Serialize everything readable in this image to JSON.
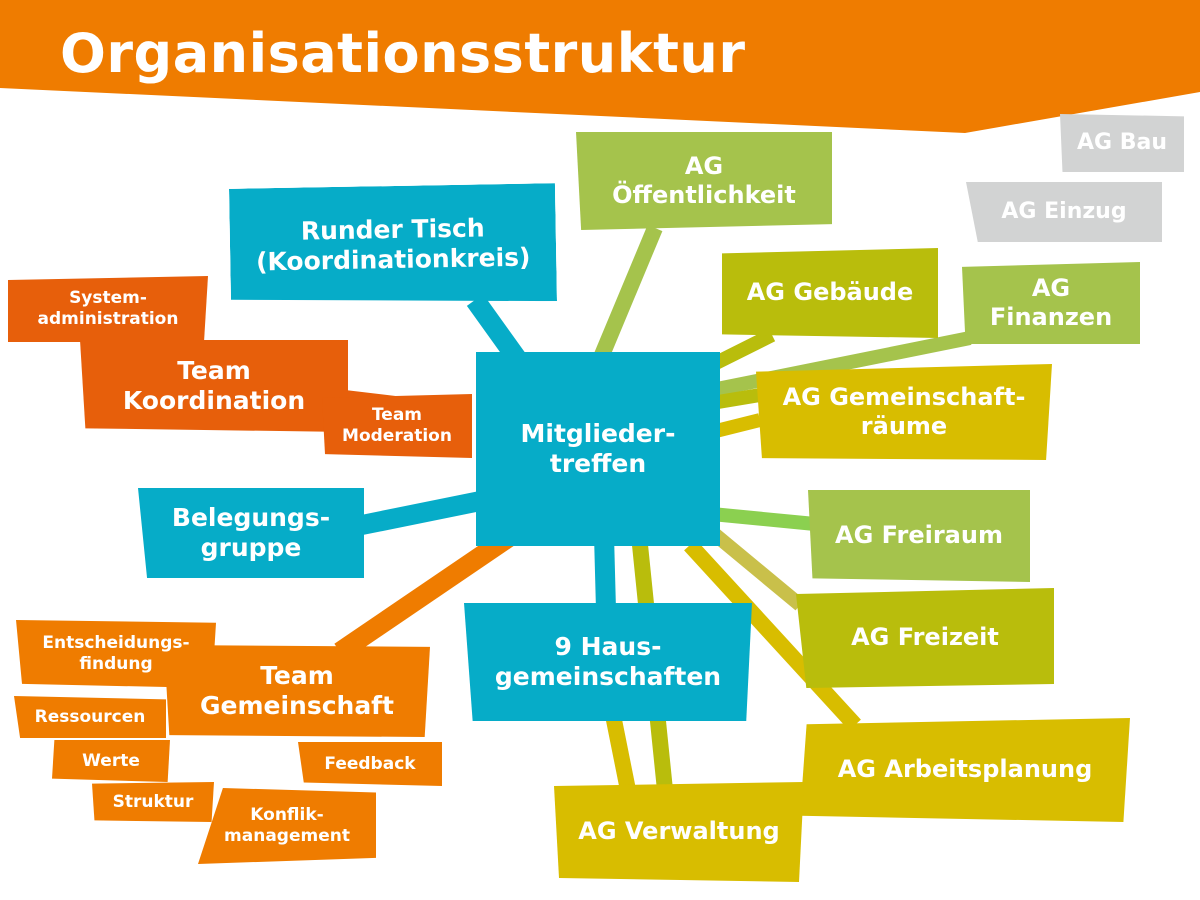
{
  "title": "Organisationsstruktur",
  "colors": {
    "banner": "#ef7c00",
    "teal": "#06acc8",
    "orange": "#ef7c00",
    "dark_orange": "#e75f0b",
    "lime": "#a5c34c",
    "olive": "#b9bd0c",
    "yellow": "#d8bd00",
    "grey": "#d2d3d3"
  },
  "center": {
    "lines": [
      "Mitglieder-",
      "treffen"
    ]
  },
  "teal_nodes": {
    "runder_tisch": [
      "Runder Tisch",
      "(Koordinationkreis)"
    ],
    "belegungsgruppe": [
      "Belegungs-",
      "gruppe"
    ],
    "hausgemeinschaften": [
      "9 Haus-",
      "gemeinschaften"
    ]
  },
  "team_koordination": {
    "main": [
      "Team",
      "Koordination"
    ],
    "systemadministration": [
      "System-",
      "administration"
    ],
    "moderation": [
      "Team",
      "Moderation"
    ]
  },
  "team_gemeinschaft": {
    "main": [
      "Team",
      "Gemeinschaft"
    ],
    "entscheidungsfindung": [
      "Entscheidungs-",
      "findung"
    ],
    "ressourcen": [
      "Ressourcen"
    ],
    "werte": [
      "Werte"
    ],
    "feedback": [
      "Feedback"
    ],
    "struktur": [
      "Struktur"
    ],
    "konfliktmanagement": [
      "Konflik-",
      "management"
    ]
  },
  "working_groups": {
    "oeffentlichkeit": [
      "AG",
      "Öffentlichkeit"
    ],
    "gebaeude": [
      "AG Gebäude"
    ],
    "finanzen": [
      "AG",
      "Finanzen"
    ],
    "gemeinschaftraeume": [
      "AG Gemeinschaft-",
      "räume"
    ],
    "freiraum": [
      "AG Freiraum"
    ],
    "freizeit": [
      "AG Freizeit"
    ],
    "arbeitsplanung": [
      "AG Arbeitsplanung"
    ],
    "verwaltung": [
      "AG Verwaltung"
    ],
    "bau": [
      "AG Bau"
    ],
    "einzug": [
      "AG Einzug"
    ]
  }
}
